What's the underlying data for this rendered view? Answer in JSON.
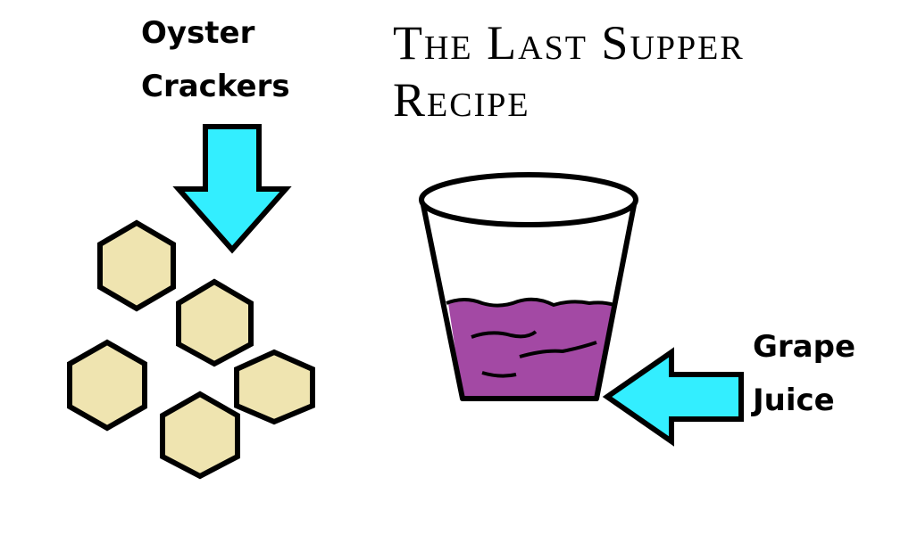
{
  "title": {
    "line1": "The Last Supper",
    "line2": "Recipe"
  },
  "labels": {
    "crackers_line1": "Oyster",
    "crackers_line2": "Crackers",
    "juice_line1": "Grape",
    "juice_line2": "Juice"
  },
  "colors": {
    "arrow": "#33eeff",
    "cracker": "#efe4b0",
    "juice": "#a349a4",
    "outline": "#000000"
  },
  "icons": [
    "down-arrow-icon",
    "left-arrow-icon",
    "cracker-icon",
    "cup-icon"
  ]
}
